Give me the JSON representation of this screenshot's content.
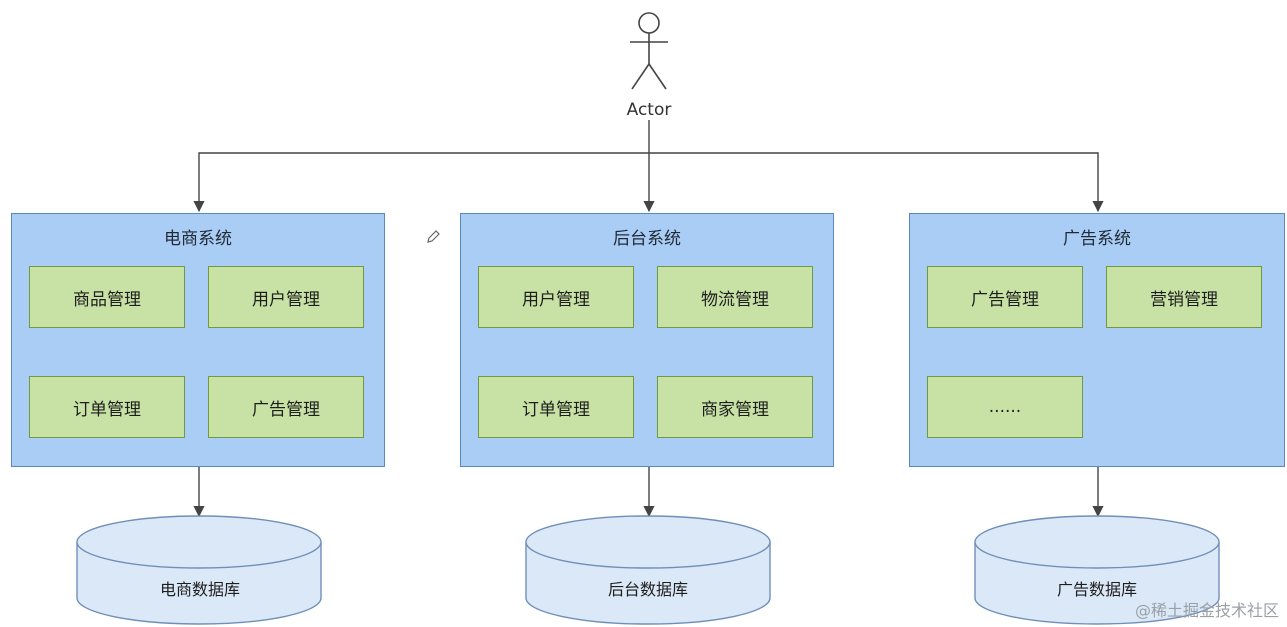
{
  "actor": {
    "label": "Actor"
  },
  "systems": [
    {
      "title": "电商系统",
      "modules": [
        "商品管理",
        "用户管理",
        "订单管理",
        "广告管理"
      ],
      "database": "电商数据库"
    },
    {
      "title": "后台系统",
      "modules": [
        "用户管理",
        "物流管理",
        "订单管理",
        "商家管理"
      ],
      "database": "后台数据库"
    },
    {
      "title": "广告系统",
      "modules": [
        "广告管理",
        "营销管理",
        "......"
      ],
      "database": "广告数据库"
    }
  ],
  "watermark": "@稀土掘金技术社区",
  "colors": {
    "system_fill": "#a9cdf5",
    "system_border": "#5b87bf",
    "module_fill": "#c8e2a6",
    "module_border": "#6f9a3e",
    "database_fill": "#dbe8f7",
    "database_border": "#6f8fb8",
    "connector": "#444444"
  },
  "icons": [
    "actor-stick-figure-icon",
    "pencil-icon"
  ]
}
